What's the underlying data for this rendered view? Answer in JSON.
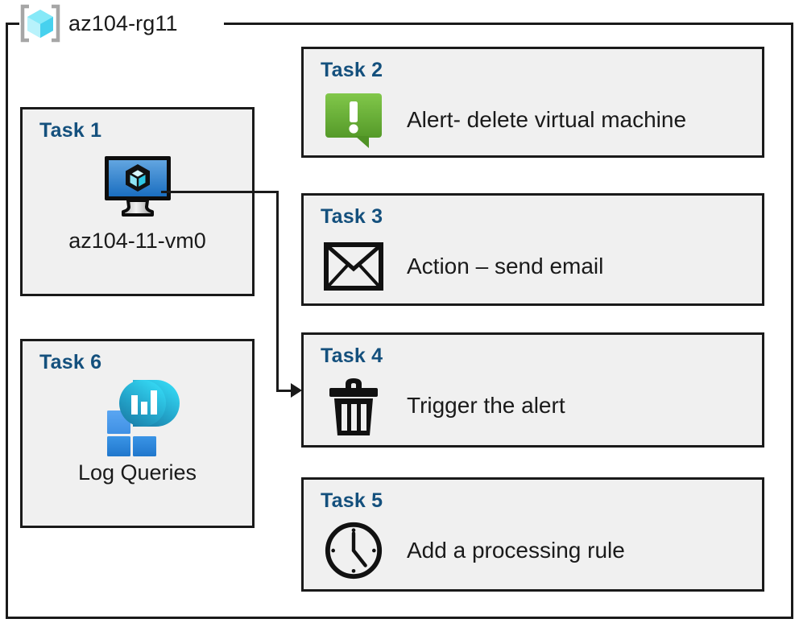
{
  "resource_group": {
    "title": "az104-rg11",
    "icon": "resource-group-cube-icon"
  },
  "theme": {
    "card_background": "#f0f0f0",
    "border_color": "#1a1a1a",
    "label_color": "#14507d",
    "text_color": "#1a1a1a",
    "alert_green_light": "#7ac143",
    "alert_green_dark": "#5b9e2d",
    "vm_blue_light": "#5b9bd5",
    "vm_blue_dark": "#1f6fbf",
    "log_square_light": "#4f9bee",
    "log_square_dark": "#2b88d8",
    "log_drop_light": "#32d0ef",
    "log_drop_dark": "#1f7fa8",
    "rg_cube_color": "#7fe5f5"
  },
  "tasks": [
    {
      "label": "Task 1",
      "caption": "az104-11-vm0",
      "icon": "virtual-machine-icon"
    },
    {
      "label": "Task 2",
      "caption": "Alert- delete virtual machine",
      "icon": "alert-exclamation-icon"
    },
    {
      "label": "Task 3",
      "caption": "Action – send email",
      "icon": "envelope-icon"
    },
    {
      "label": "Task 4",
      "caption": "Trigger the alert",
      "icon": "trash-delete-icon"
    },
    {
      "label": "Task 5",
      "caption": "Add a processing rule",
      "icon": "clock-icon"
    },
    {
      "label": "Task 6",
      "caption": "Log Queries",
      "icon": "log-analytics-icon"
    }
  ],
  "connector": {
    "from": "virtual-machine-icon",
    "to": "Task 4",
    "style": "orthogonal-arrow"
  }
}
